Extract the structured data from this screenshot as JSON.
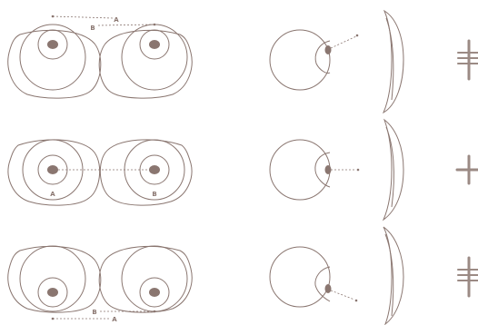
{
  "colors": {
    "line": "#8a7670",
    "pupil": "#8a7670",
    "dash": "#8a7670",
    "sign": "#9b8a84",
    "background": "#ffffff"
  },
  "rows": [
    {
      "label_a": "A",
      "label_b": "B",
      "sign_icon": "double-horizontal-bar-cross-icon"
    },
    {
      "label_a": "A",
      "label_b": "B",
      "sign_icon": "plus-icon"
    },
    {
      "label_a": "A",
      "label_b": "B",
      "sign_icon": "double-horizontal-bar-cross-icon"
    }
  ]
}
